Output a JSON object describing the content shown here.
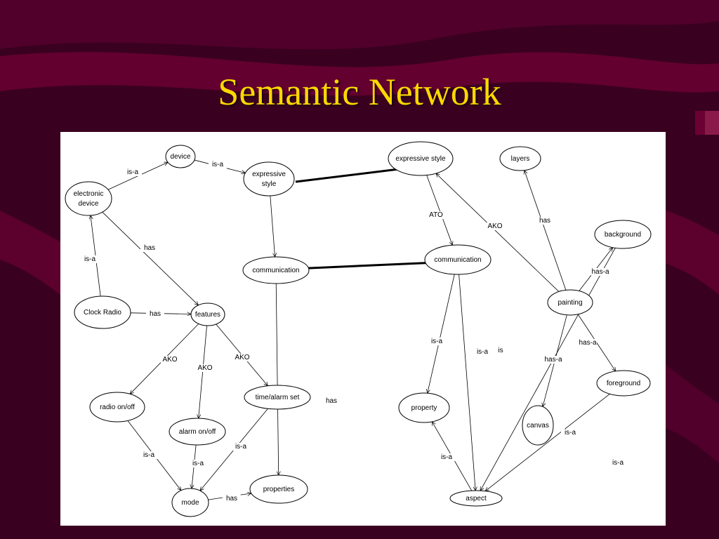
{
  "slide": {
    "title": "Semantic Network",
    "colors": {
      "background": "#3a0020",
      "wave": "#6b0033",
      "title": "#ffd700",
      "panel": "#ffffff"
    }
  },
  "diagram": {
    "nodes": [
      {
        "id": "device",
        "lines": [
          "device"
        ]
      },
      {
        "id": "electronic-device",
        "lines": [
          "electronic",
          "device"
        ]
      },
      {
        "id": "expressive-style-1",
        "lines": [
          "expressive",
          "style"
        ]
      },
      {
        "id": "communication-1",
        "lines": [
          "communication"
        ]
      },
      {
        "id": "clock-radio",
        "lines": [
          "Clock Radio"
        ]
      },
      {
        "id": "features",
        "lines": [
          "features"
        ]
      },
      {
        "id": "radio-on-off",
        "lines": [
          "radio on/off"
        ]
      },
      {
        "id": "alarm-on-off",
        "lines": [
          "alarm on/off"
        ]
      },
      {
        "id": "time-alarm-set",
        "lines": [
          "time/alarm set"
        ]
      },
      {
        "id": "mode",
        "lines": [
          "mode"
        ]
      },
      {
        "id": "properties",
        "lines": [
          "properties"
        ]
      },
      {
        "id": "expressive-style-2",
        "lines": [
          "expressive style"
        ]
      },
      {
        "id": "communication-2",
        "lines": [
          "communication"
        ]
      },
      {
        "id": "property",
        "lines": [
          "property"
        ]
      },
      {
        "id": "aspect",
        "lines": [
          "aspect"
        ]
      },
      {
        "id": "layers",
        "lines": [
          "layers"
        ]
      },
      {
        "id": "background",
        "lines": [
          "background"
        ]
      },
      {
        "id": "painting",
        "lines": [
          "painting"
        ]
      },
      {
        "id": "foreground",
        "lines": [
          "foreground"
        ]
      },
      {
        "id": "canvas",
        "lines": [
          "canvas"
        ]
      }
    ],
    "edges": [
      {
        "from": "electronic-device",
        "to": "device",
        "label": "is-a"
      },
      {
        "from": "device",
        "to": "expressive-style-1",
        "label": "is-a"
      },
      {
        "from": "clock-radio",
        "to": "electronic-device",
        "label": "is-a"
      },
      {
        "from": "electronic-device",
        "to": "features",
        "label": "has"
      },
      {
        "from": "clock-radio",
        "to": "features",
        "label": "has"
      },
      {
        "from": "expressive-style-1",
        "to": "communication-1",
        "label": ""
      },
      {
        "from": "features",
        "to": "radio-on-off",
        "label": "AKO"
      },
      {
        "from": "features",
        "to": "alarm-on-off",
        "label": "AKO"
      },
      {
        "from": "features",
        "to": "time-alarm-set",
        "label": "AKO"
      },
      {
        "from": "radio-on-off",
        "to": "mode",
        "label": "is-a"
      },
      {
        "from": "alarm-on-off",
        "to": "mode",
        "label": "is-a"
      },
      {
        "from": "time-alarm-set",
        "to": "mode",
        "label": "is-a"
      },
      {
        "from": "mode",
        "to": "properties",
        "label": "has"
      },
      {
        "from": "communication-1",
        "to": "properties",
        "label": "has"
      },
      {
        "from": "expressive-style-2",
        "to": "communication-2",
        "label": "ATO"
      },
      {
        "from": "painting",
        "to": "expressive-style-2",
        "label": "AKO"
      },
      {
        "from": "communication-2",
        "to": "property",
        "label": "is-a"
      },
      {
        "from": "communication-2",
        "to": "aspect",
        "label": "is-a"
      },
      {
        "from": "aspect",
        "to": "property",
        "label": "is-a"
      },
      {
        "from": "painting",
        "to": "layers",
        "label": "has"
      },
      {
        "from": "painting",
        "to": "background",
        "label": "has-a"
      },
      {
        "from": "painting",
        "to": "foreground",
        "label": "has-a"
      },
      {
        "from": "painting",
        "to": "canvas",
        "label": "has-a"
      },
      {
        "from": "foreground",
        "to": "aspect",
        "label": "is-a"
      },
      {
        "from": "background",
        "to": "aspect",
        "label": "is-a"
      }
    ],
    "free_labels": [
      "is"
    ],
    "links": [
      {
        "from": "expressive-style-1",
        "to": "expressive-style-2"
      },
      {
        "from": "communication-1",
        "to": "communication-2"
      }
    ]
  }
}
